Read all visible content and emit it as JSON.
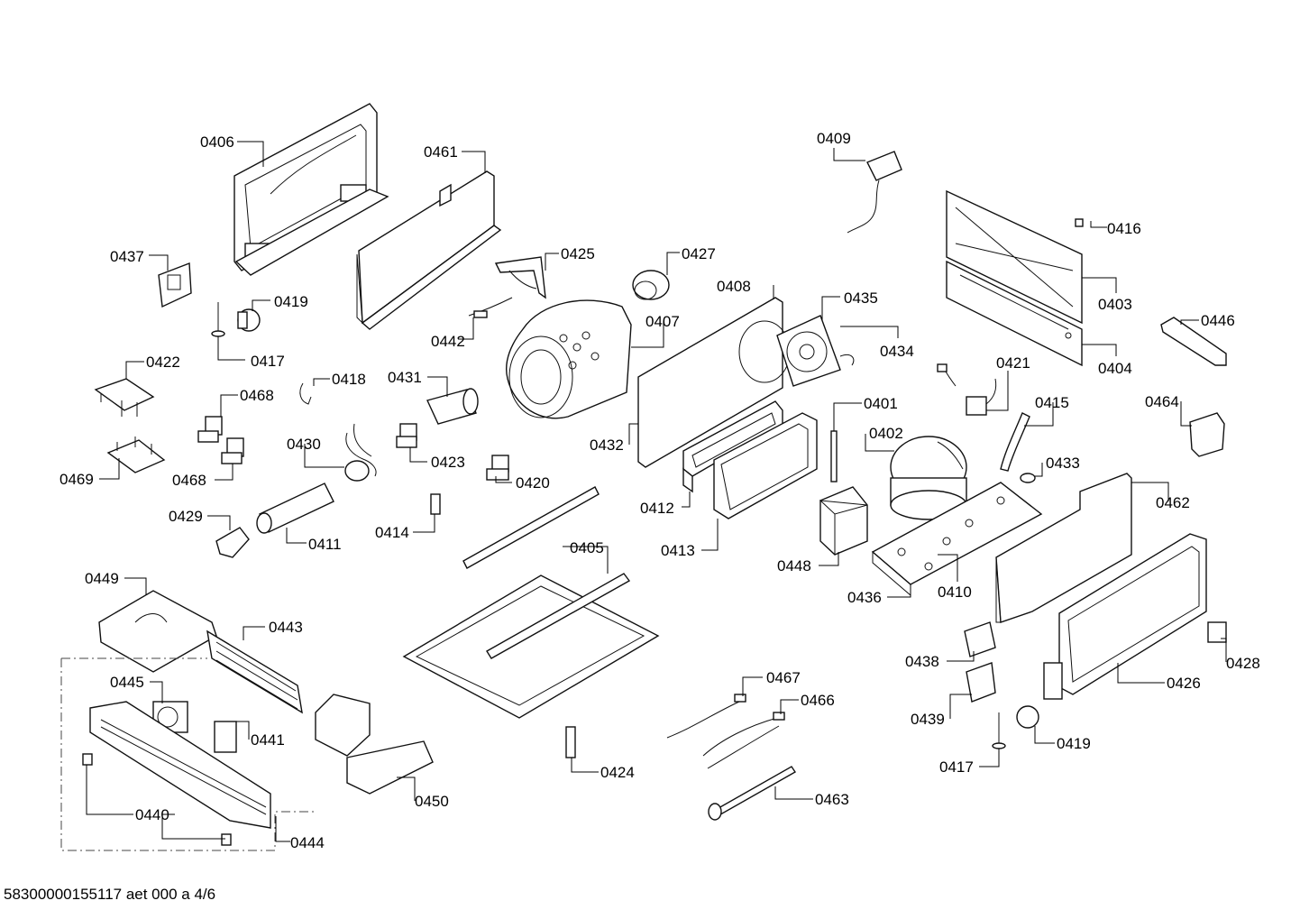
{
  "footer_text": "58300000155117 aet 000 a 4/6",
  "labels": {
    "p0406": "0406",
    "p0461": "0461",
    "p0409": "0409",
    "p0416": "0416",
    "p0437": "0437",
    "p0425": "0425",
    "p0427": "0427",
    "p0403": "0403",
    "p0419a": "0419",
    "p0408": "0408",
    "p0435": "0435",
    "p0446": "0446",
    "p0417a": "0417",
    "p0442": "0442",
    "p0407": "0407",
    "p0434": "0434",
    "p0404": "0404",
    "p0422": "0422",
    "p0418": "0418",
    "p0431": "0431",
    "p0421": "0421",
    "p0468a": "0468",
    "p0415": "0415",
    "p0464": "0464",
    "p0401": "0401",
    "p0432": "0432",
    "p0430": "0430",
    "p0423": "0423",
    "p0402": "0402",
    "p0433": "0433",
    "p0469": "0469",
    "p0468b": "0468",
    "p0420": "0420",
    "p0462": "0462",
    "p0412": "0412",
    "p0429": "0429",
    "p0414": "0414",
    "p0411": "0411",
    "p0405": "0405",
    "p0413": "0413",
    "p0448": "0448",
    "p0410": "0410",
    "p0436": "0436",
    "p0449": "0449",
    "p0443": "0443",
    "p0438": "0438",
    "p0428": "0428",
    "p0445": "0445",
    "p0467": "0467",
    "p0426": "0426",
    "p0466": "0466",
    "p0439": "0439",
    "p0441": "0441",
    "p0419b": "0419",
    "p0417b": "0417",
    "p0424": "0424",
    "p0463": "0463",
    "p0450": "0450",
    "p0440": "0440",
    "p0444": "0444"
  }
}
